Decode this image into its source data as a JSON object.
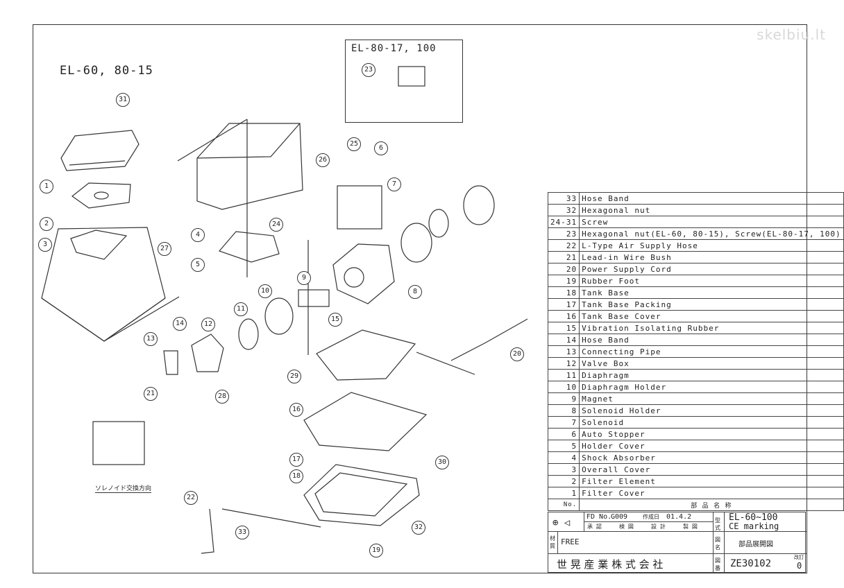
{
  "watermark": "skelbiu.lt",
  "title_main": "EL-60, 80-15",
  "inset_title": "EL-80-17, 100",
  "solenoid_note": "ソレノイド交換方向",
  "callouts": [
    "31",
    "1",
    "2",
    "3",
    "27",
    "4",
    "5",
    "24",
    "26",
    "25",
    "6",
    "7",
    "8",
    "9",
    "10",
    "11",
    "12",
    "13",
    "14",
    "15",
    "16",
    "17",
    "18",
    "19",
    "20",
    "21",
    "22",
    "23",
    "28",
    "29",
    "30",
    "32",
    "33"
  ],
  "parts_list": [
    {
      "no": "33",
      "name": "Hose Band"
    },
    {
      "no": "32",
      "name": "Hexagonal nut"
    },
    {
      "no": "24-31",
      "name": "Screw"
    },
    {
      "no": "23",
      "name": "Hexagonal nut(EL-60, 80-15), Screw(EL-80-17, 100)"
    },
    {
      "no": "22",
      "name": "L-Type Air Supply Hose"
    },
    {
      "no": "21",
      "name": "Lead-in Wire Bush"
    },
    {
      "no": "20",
      "name": "Power Supply Cord"
    },
    {
      "no": "19",
      "name": "Rubber Foot"
    },
    {
      "no": "18",
      "name": "Tank Base"
    },
    {
      "no": "17",
      "name": "Tank Base Packing"
    },
    {
      "no": "16",
      "name": "Tank Base Cover"
    },
    {
      "no": "15",
      "name": "Vibration Isolating Rubber"
    },
    {
      "no": "14",
      "name": "Hose Band"
    },
    {
      "no": "13",
      "name": "Connecting Pipe"
    },
    {
      "no": "12",
      "name": "Valve Box"
    },
    {
      "no": "11",
      "name": "Diaphragm"
    },
    {
      "no": "10",
      "name": "Diaphragm Holder"
    },
    {
      "no": "9",
      "name": "Magnet"
    },
    {
      "no": "8",
      "name": "Solenoid Holder"
    },
    {
      "no": "7",
      "name": "Solenoid"
    },
    {
      "no": "6",
      "name": "Auto Stopper"
    },
    {
      "no": "5",
      "name": "Holder Cover"
    },
    {
      "no": "4",
      "name": "Shock Absorber"
    },
    {
      "no": "3",
      "name": "Overall Cover"
    },
    {
      "no": "2",
      "name": "Filter Element"
    },
    {
      "no": "1",
      "name": "Filter Cover"
    }
  ],
  "parts_header": {
    "no": "No.",
    "name": "部 品 名 称"
  },
  "title_block": {
    "symbols": "⊕ ◁",
    "file_label": "FD No.",
    "file_no": "G009",
    "date_label": "作成日",
    "date": "01.4.2",
    "approval_cols": [
      "承 認",
      "検 図",
      "設 計",
      "製 図"
    ],
    "model_label": "型式",
    "model": "EL-60~100",
    "model_note": "CE marking",
    "material_label": "材質",
    "material": "FREE",
    "drawing_name_label": "図名",
    "drawing_name": "部品展開図",
    "company": "世 晃 産 業 株 式 会 社",
    "drawing_no_label": "図番",
    "drawing_no": "ZE30102",
    "revision_label": "改訂",
    "revision": "0"
  }
}
